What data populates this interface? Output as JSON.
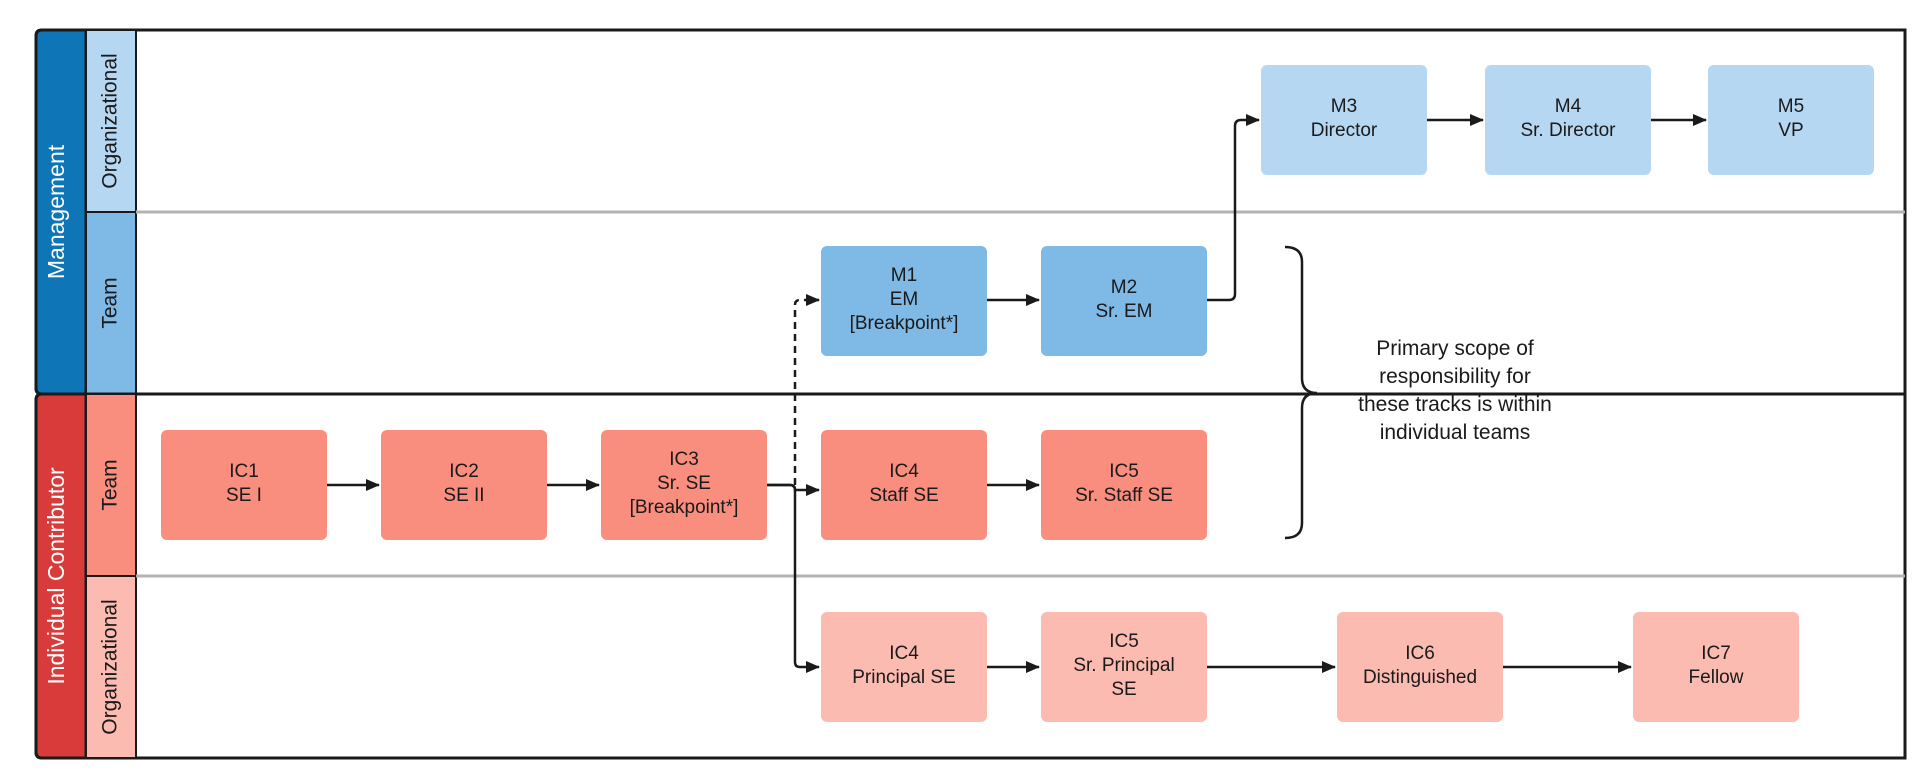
{
  "colors": {
    "management_group": "#0e75b7",
    "management_org": "#b5d7f2",
    "management_team": "#7fb9e6",
    "ic_group": "#d93b3b",
    "ic_team": "#fa8e7e",
    "ic_org": "#fbbbb0",
    "border": "#1a1a1a",
    "separator": "#b3b3b3"
  },
  "groups": {
    "management": "Management",
    "individual_contributor": "Individual Contributor"
  },
  "lanes": {
    "mgmt_org": "Organizational",
    "mgmt_team": "Team",
    "ic_team": "Team",
    "ic_org": "Organizational"
  },
  "nodes": {
    "m3": [
      "M3",
      "Director"
    ],
    "m4": [
      "M4",
      "Sr. Director"
    ],
    "m5": [
      "M5",
      "VP"
    ],
    "m1": [
      "M1",
      "EM",
      "[Breakpoint*]"
    ],
    "m2": [
      "M2",
      "Sr. EM"
    ],
    "ic1": [
      "IC1",
      "SE I"
    ],
    "ic2": [
      "IC2",
      "SE II"
    ],
    "ic3": [
      "IC3",
      "Sr. SE",
      "[Breakpoint*]"
    ],
    "ic4_staff": [
      "IC4",
      "Staff SE"
    ],
    "ic5_staff": [
      "IC5",
      "Sr. Staff SE"
    ],
    "ic4_principal": [
      "IC4",
      "Principal SE"
    ],
    "ic5_principal": [
      "IC5",
      "Sr. Principal",
      "SE"
    ],
    "ic6": [
      "IC6",
      "Distinguished"
    ],
    "ic7": [
      "IC7",
      "Fellow"
    ]
  },
  "note": [
    "Primary scope of",
    "responsibility for",
    "these tracks is within",
    "individual teams"
  ]
}
